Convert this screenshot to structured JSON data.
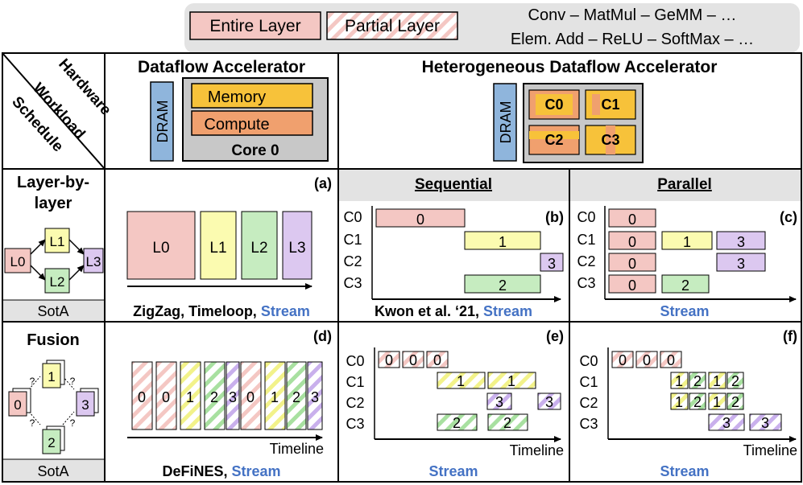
{
  "legend": {
    "entire_layer": "Entire Layer",
    "partial_layer": "Partial Layer",
    "ops_line1": "Conv – MatMul – GeMM – …",
    "ops_line2": "Elem. Add – ReLU – SoftMax – …"
  },
  "corner": {
    "hardware": "Hardware",
    "workload": "Workload",
    "schedule": "Schedule"
  },
  "columns": {
    "dataflow": {
      "title": "Dataflow Accelerator",
      "dram": "DRAM",
      "memory": "Memory",
      "compute": "Compute",
      "core": "Core 0"
    },
    "hetero": {
      "title": "Heterogeneous Dataflow Accelerator",
      "dram": "DRAM",
      "cores": [
        "C0",
        "C1",
        "C2",
        "C3"
      ],
      "sequential": "Sequential",
      "parallel": "Parallel"
    }
  },
  "rows": {
    "layer": {
      "title_line1": "Layer-by-",
      "title_line2": "layer",
      "graph_nodes": [
        "L0",
        "L1",
        "L2",
        "L3"
      ],
      "footer": "SotA"
    },
    "fusion": {
      "title": "Fusion",
      "graph_nodes": [
        "0",
        "1",
        "2",
        "3"
      ],
      "edge_mark": "?",
      "footer": "SotA"
    }
  },
  "panels": {
    "a": {
      "tag": "(a)",
      "bars": [
        "L0",
        "L1",
        "L2",
        "L3"
      ],
      "caption_plain": "ZigZag, Timeloop, ",
      "caption_stream": "Stream"
    },
    "b": {
      "tag": "(b)",
      "core_labels": [
        "C0",
        "C1",
        "C2",
        "C3"
      ],
      "bars": [
        "0",
        "1",
        "3",
        "2"
      ],
      "caption_plain": "Kwon et al. ‘21, ",
      "caption_stream": "Stream"
    },
    "c": {
      "tag": "(c)",
      "core_labels": [
        "C0",
        "C1",
        "C2",
        "C3"
      ],
      "bars": [
        "0",
        "0",
        "1",
        "3",
        "0",
        "3",
        "0",
        "2"
      ],
      "caption_stream": "Stream"
    },
    "d": {
      "tag": "(d)",
      "bars": [
        "0",
        "0",
        "1",
        "2",
        "3",
        "0",
        "1",
        "2",
        "3"
      ],
      "timeline": "Timeline",
      "caption_plain": "DeFiNES, ",
      "caption_stream": "Stream"
    },
    "e": {
      "tag": "(e)",
      "core_labels": [
        "C0",
        "C1",
        "C2",
        "C3"
      ],
      "bars": [
        "0",
        "0",
        "0",
        "1",
        "1",
        "3",
        "3",
        "2",
        "2"
      ],
      "timeline": "Timeline",
      "caption_stream": "Stream"
    },
    "f": {
      "tag": "(f)",
      "core_labels": [
        "C0",
        "C1",
        "C2",
        "C3"
      ],
      "bars": [
        "0",
        "0",
        "0",
        "1",
        "2",
        "1",
        "2",
        "1",
        "2",
        "1",
        "2",
        "3",
        "3"
      ],
      "timeline": "Timeline",
      "caption_stream": "Stream"
    }
  },
  "colors": {
    "layer0": "#f4c7c3",
    "layer1": "#fbfbb0",
    "layer2": "#c6ecc0",
    "layer3": "#dcc8f0",
    "dram": "#8fb5dc",
    "memory": "#f7c23a",
    "compute": "#f0a06e",
    "stream_blue": "#4472c4",
    "header_gray": "#e3e3e3",
    "core_gray": "#c8c8c8"
  }
}
